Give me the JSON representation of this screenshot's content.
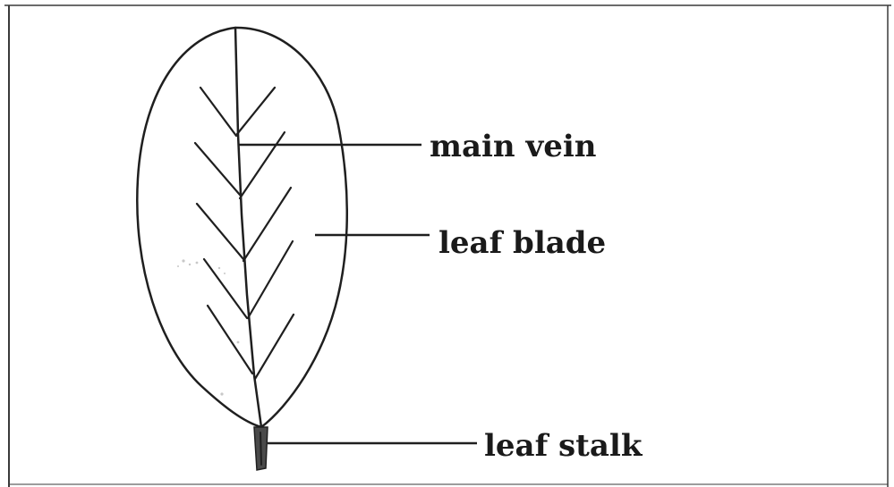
{
  "diagram": {
    "labels": {
      "main_vein": "main vein",
      "leaf_blade": "leaf blade",
      "leaf_stalk": "leaf stalk"
    }
  }
}
